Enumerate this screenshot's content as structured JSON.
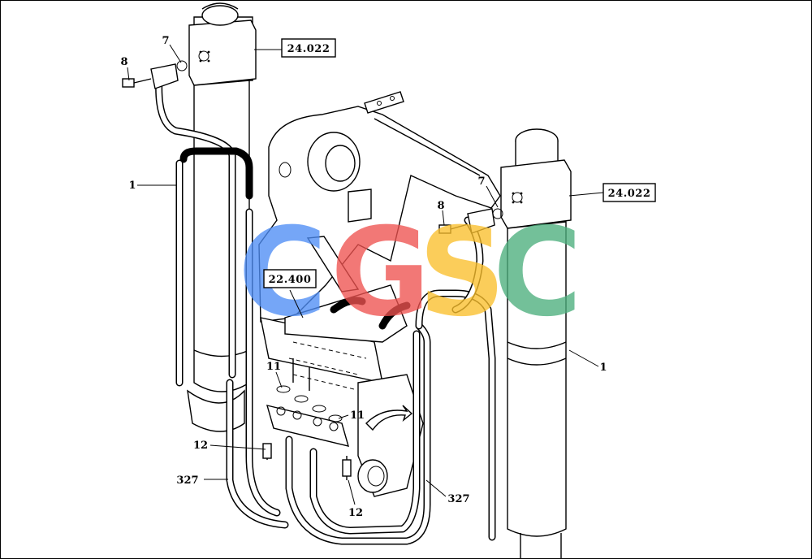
{
  "diagram": {
    "refs": {
      "top_left": "24.022",
      "right": "24.022",
      "center": "22.400"
    },
    "labels": {
      "item_8_left": "8",
      "item_7_left": "7",
      "item_1_left": "1",
      "item_7_right": "7",
      "item_8_right": "8",
      "item_1_right": "1",
      "item_11_upper": "11",
      "item_11_lower": "11",
      "item_12_left": "12",
      "item_12_bottom": "12",
      "item_327_left": "327",
      "item_327_right": "327"
    },
    "watermark": {
      "letters": [
        "C",
        "G",
        "S",
        "C"
      ],
      "colors": [
        "#4f8ef5",
        "#ef5350",
        "#fbc02d",
        "#4caf7d"
      ]
    }
  }
}
